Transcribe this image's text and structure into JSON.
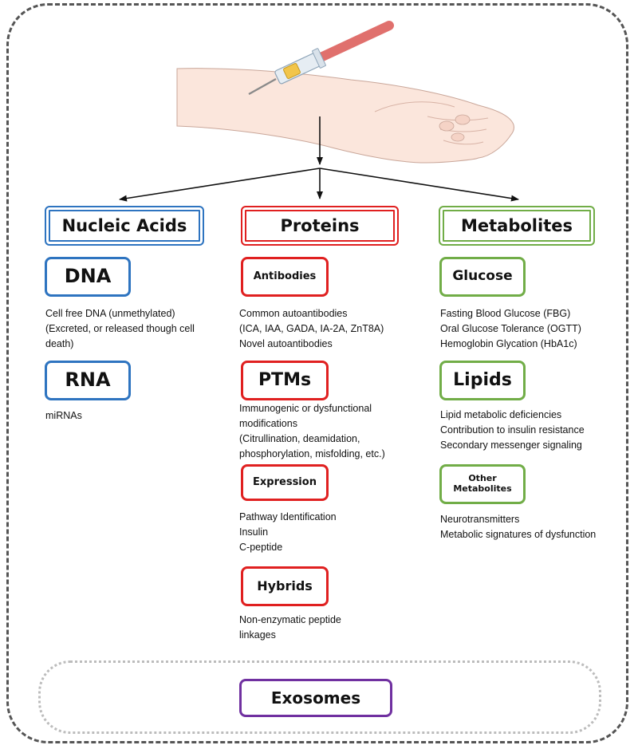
{
  "colors": {
    "nucleic": "#2e74c0",
    "proteins": "#e02020",
    "metabolites": "#71ad47",
    "exosomes": "#7030a0"
  },
  "illustration": {
    "arm_icon": "arm-icon",
    "syringe_icon": "syringe-icon"
  },
  "nucleic": {
    "title": "Nucleic Acids",
    "dna": {
      "label": "DNA",
      "desc": "Cell free DNA (unmethylated)\n(Excreted, or released though cell\ndeath)"
    },
    "rna": {
      "label": "RNA",
      "desc": "miRNAs"
    }
  },
  "proteins": {
    "title": "Proteins",
    "antibodies": {
      "label": "Antibodies",
      "desc": "Common autoantibodies\n(ICA, IAA, GADA, IA-2A, ZnT8A)\nNovel autoantibodies"
    },
    "ptms": {
      "label": "PTMs",
      "desc": "Immunogenic or dysfunctional\nmodifications\n(Citrullination, deamidation,\nphosphorylation, misfolding, etc.)"
    },
    "expression": {
      "label": "Expression",
      "desc": "Pathway Identification\nInsulin\nC-peptide"
    },
    "hybrids": {
      "label": "Hybrids",
      "desc": "Non-enzymatic peptide\nlinkages"
    }
  },
  "metabolites": {
    "title": "Metabolites",
    "glucose": {
      "label": "Glucose",
      "desc": "Fasting Blood Glucose (FBG)\nOral Glucose Tolerance (OGTT)\nHemoglobin Glycation (HbA1c)"
    },
    "lipids": {
      "label": "Lipids",
      "desc": "Lipid metabolic deficiencies\nContribution to insulin resistance\nSecondary messenger signaling"
    },
    "other": {
      "label": "Other\nMetabolites",
      "desc": "Neurotransmitters\nMetabolic signatures of dysfunction"
    }
  },
  "exosomes": {
    "label": "Exosomes"
  }
}
